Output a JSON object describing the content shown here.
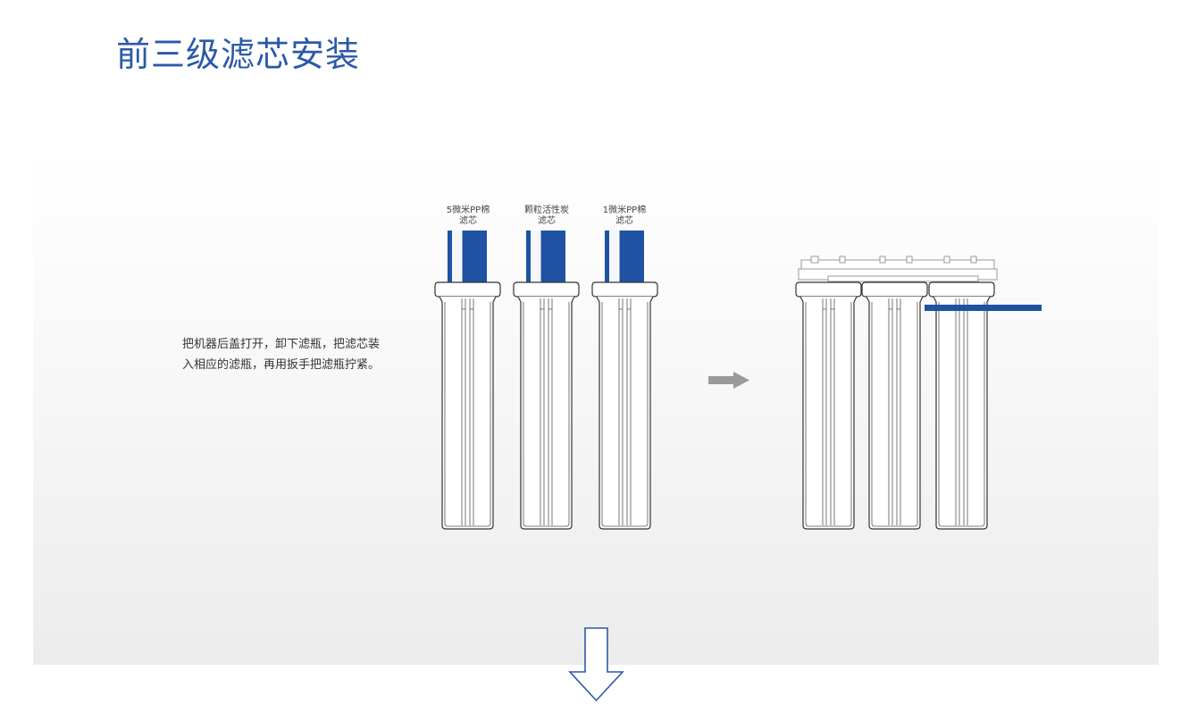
{
  "title": "前三级滤芯安装",
  "instruction": {
    "line1": "把机器后盖打开，卸下滤瓶，把滤芯装",
    "line2": "入相应的滤瓶，再用扳手把滤瓶拧紧。"
  },
  "filters": [
    {
      "name_line1": "5微米PP棉",
      "name_line2": "滤芯"
    },
    {
      "name_line1": "颗粒活性炭",
      "name_line2": "滤芯"
    },
    {
      "name_line1": "1微米PP棉",
      "name_line2": "滤芯"
    }
  ],
  "colors": {
    "accent": "#2b59a9",
    "cartridge": "#1f52a3",
    "arrow": "#9a9a9a"
  }
}
